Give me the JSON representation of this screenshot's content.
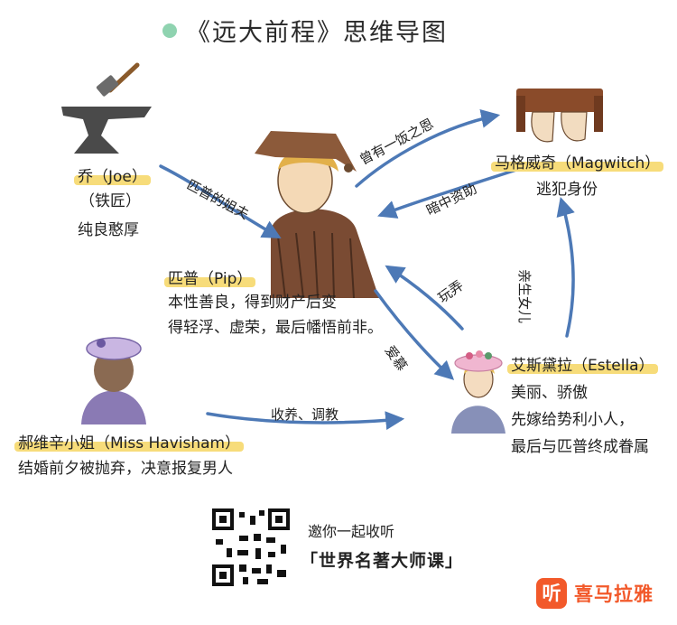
{
  "title": "《远大前程》思维导图",
  "nodes": {
    "joe": {
      "name": "乔（Joe）",
      "role": "（铁匠）",
      "desc": "纯良憨厚"
    },
    "pip": {
      "name": "匹普（Pip）",
      "desc_line1": "本性善良，得到财产后变",
      "desc_line2": "得轻浮、虚荣，最后幡悟前非。"
    },
    "magwitch": {
      "name": "马格威奇（Magwitch）",
      "desc": "逃犯身份"
    },
    "havisham": {
      "name": "郝维辛小姐（Miss Havisham）",
      "desc": "结婚前夕被抛弃，决意报复男人"
    },
    "estella": {
      "name": "艾斯黛拉（Estella）",
      "desc_line1": "美丽、骄傲",
      "desc_line2": "先嫁给势利小人，",
      "desc_line3": "最后与匹普终成眷属"
    }
  },
  "edges": {
    "joe_pip": "匹普的姐夫",
    "pip_magwitch": "曾有一饭之恩",
    "magwitch_pip": "暗中资助",
    "estella_magwitch": "亲生女儿",
    "estella_pip": "玩弄",
    "pip_estella": "爱慕",
    "havisham_estella": "收养、调教"
  },
  "footer": {
    "invite": "邀你一起收听",
    "course": "「世界名著大师课」",
    "brand_logo": "听",
    "brand_name": "喜马拉雅"
  },
  "colors": {
    "arrow": "#4d79b6",
    "highlight": "#f7dc7a",
    "title_dot": "#8fd3b0",
    "brand": "#f2592a"
  }
}
